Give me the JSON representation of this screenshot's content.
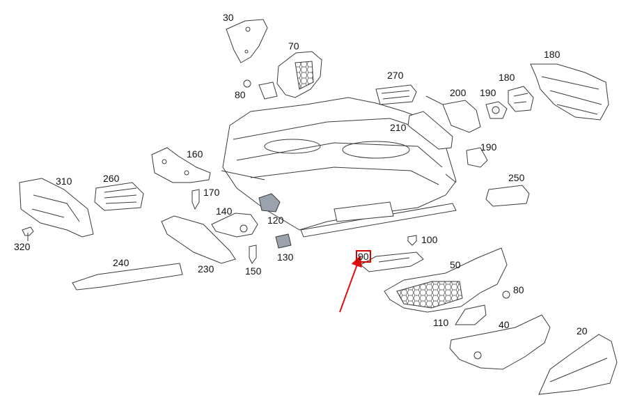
{
  "diagram": {
    "highlight_color": "#d80000",
    "line_color": "#3a3a3a",
    "labels": {
      "p30": "30",
      "p70": "70",
      "p80a": "80",
      "p270": "270",
      "p180a": "180",
      "p180b": "180",
      "p200": "200",
      "p190a": "190",
      "p210": "210",
      "p190b": "190",
      "p160": "160",
      "p310": "310",
      "p260": "260",
      "p170": "170",
      "p250": "250",
      "p140": "140",
      "p120": "120",
      "p320": "320",
      "p100": "100",
      "p130": "130",
      "p90": "90",
      "p240": "240",
      "p230": "230",
      "p150": "150",
      "p50": "50",
      "p80b": "80",
      "p110": "110",
      "p40": "40",
      "p20": "20"
    }
  }
}
